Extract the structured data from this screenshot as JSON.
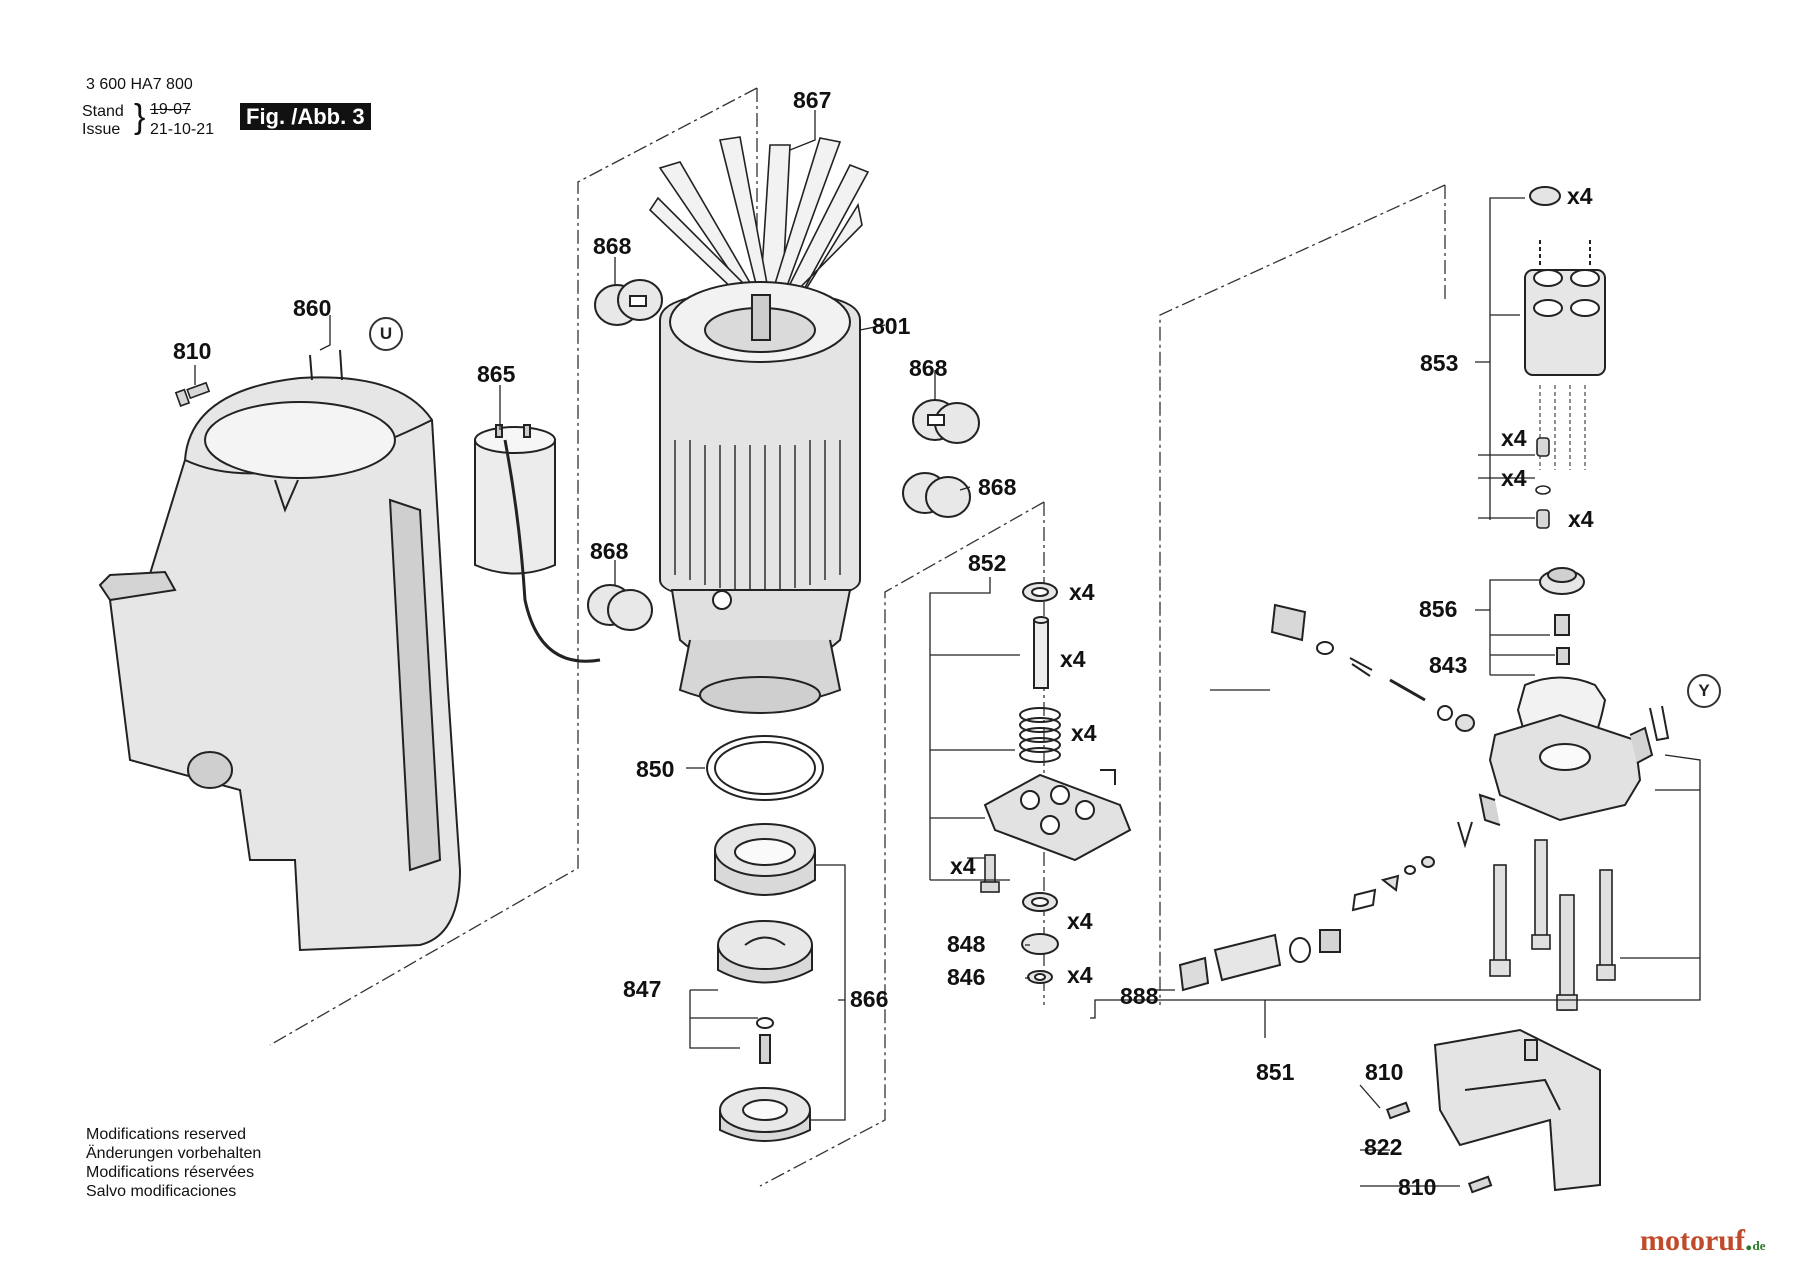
{
  "header": {
    "doc_number": "3 600 HA7 800",
    "stand_label": "Stand",
    "issue_label": "Issue",
    "stand_date": "19-07",
    "issue_date": "21-10-21",
    "figure_label": "Fig. /Abb. 3"
  },
  "footer": {
    "lines": [
      "Modifications reserved",
      "Änderungen vorbehalten",
      "Modifications réservées",
      "Salvo modificaciones"
    ]
  },
  "brand": {
    "name": "motoruf",
    "tld": "de"
  },
  "markers": {
    "u": "U",
    "y": "Y"
  },
  "part_labels": {
    "p867": "867",
    "p868a": "868",
    "p801": "801",
    "p868b": "868",
    "p868c": "868",
    "p868d": "868",
    "p860": "860",
    "p810a": "810",
    "p865": "865",
    "p852": "852",
    "p850": "850",
    "p847": "847",
    "p866": "866",
    "p848": "848",
    "p846": "846",
    "p853": "853",
    "p856": "856",
    "p843": "843",
    "p888": "888",
    "p851": "851",
    "p810b": "810",
    "p822": "822",
    "p810c": "810"
  },
  "quantity_labels": {
    "q852_1": "x4",
    "q852_2": "x4",
    "q852_3": "x4",
    "q852_4": "x4",
    "q848": "x4",
    "q846": "x4",
    "q853_1": "x4",
    "q853_2": "x4",
    "q853_3": "x4",
    "q853_4": "x4"
  },
  "colors": {
    "line": "#222222",
    "part_fill": "#e6e6e6",
    "part_shadow": "#b5b5b5",
    "brand": "#c04a2a"
  }
}
